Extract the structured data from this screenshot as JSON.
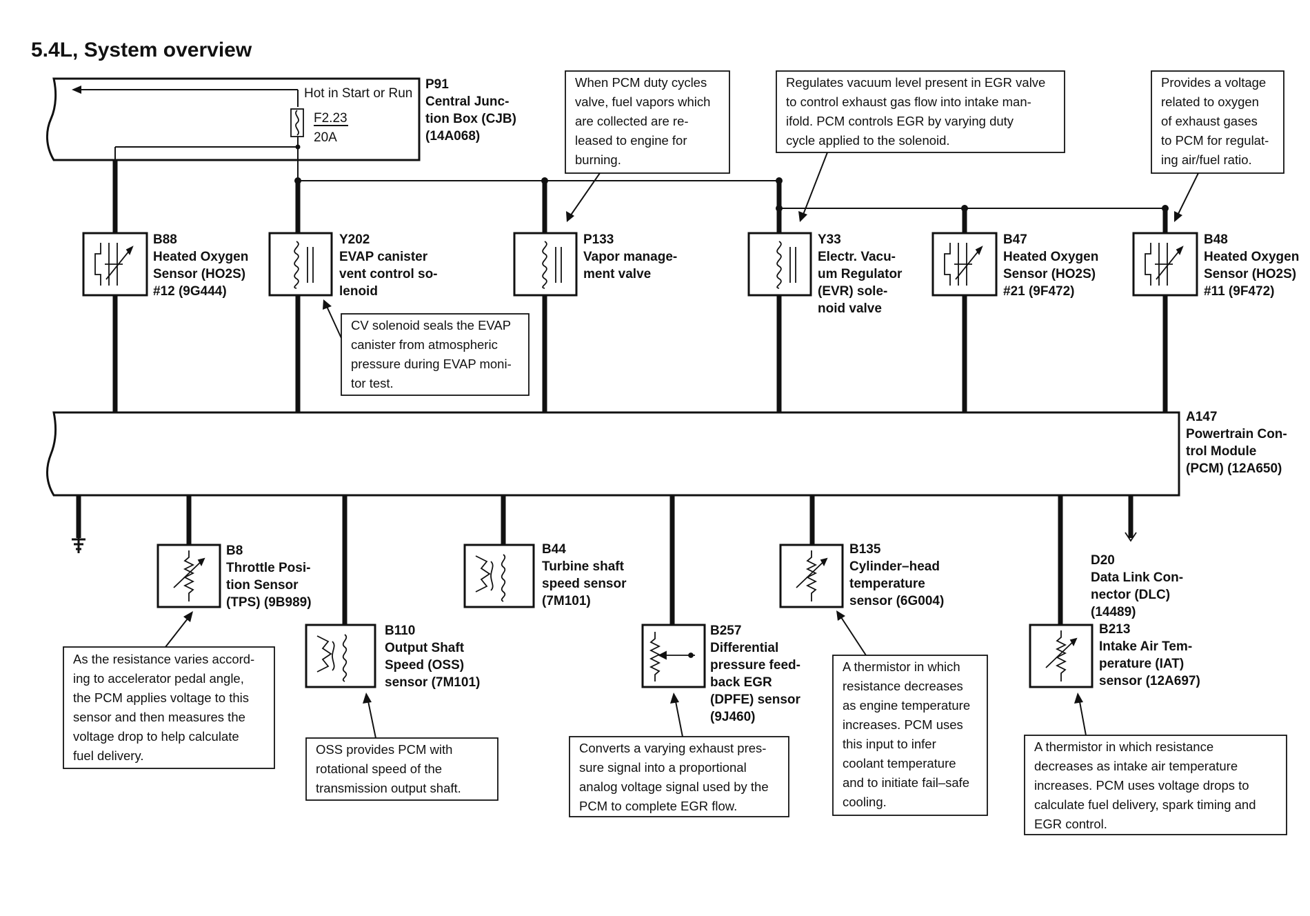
{
  "title": "5.4L, System overview",
  "cjb": {
    "id": "P91",
    "name_lines": [
      "Central Junc-",
      "tion Box (CJB)",
      "(14A068)"
    ],
    "hot_label": "Hot in Start or Run",
    "fuse_id": "F2.23",
    "fuse_amps": "20A"
  },
  "pcm": {
    "id": "A147",
    "name_lines": [
      "Powertrain Con-",
      "trol Module",
      "(PCM) (12A650)"
    ]
  },
  "top_components": [
    {
      "id": "B88",
      "lines": [
        "Heated Oxygen",
        "Sensor (HO2S)",
        "#12 (9G444)"
      ],
      "icon": "oxygen-sensor-icon"
    },
    {
      "id": "Y202",
      "lines": [
        "EVAP canister",
        "vent control so-",
        "lenoid"
      ],
      "icon": "solenoid-icon"
    },
    {
      "id": "P133",
      "lines": [
        "Vapor manage-",
        "ment valve"
      ],
      "icon": "solenoid-icon"
    },
    {
      "id": "Y33",
      "lines": [
        "Electr. Vacu-",
        "um Regulator",
        "(EVR) sole-",
        "noid valve"
      ],
      "icon": "solenoid-icon"
    },
    {
      "id": "B47",
      "lines": [
        "Heated Oxygen",
        "Sensor (HO2S)",
        "#21 (9F472)"
      ],
      "icon": "oxygen-sensor-icon"
    },
    {
      "id": "B48",
      "lines": [
        "Heated Oxygen",
        "Sensor (HO2S)",
        "#11 (9F472)"
      ],
      "icon": "oxygen-sensor-icon"
    }
  ],
  "bottom_components": [
    {
      "id": "B8",
      "lines": [
        "Throttle Posi-",
        "tion Sensor",
        "(TPS) (9B989)"
      ],
      "icon": "variable-resistor-icon"
    },
    {
      "id": "B110",
      "lines": [
        "Output Shaft",
        "Speed (OSS)",
        "sensor (7M101)"
      ],
      "icon": "speed-sensor-icon"
    },
    {
      "id": "B44",
      "lines": [
        "Turbine shaft",
        "speed sensor",
        "(7M101)"
      ],
      "icon": "speed-sensor-icon"
    },
    {
      "id": "B257",
      "lines": [
        "Differential",
        "pressure feed-",
        "back EGR",
        "(DPFE) sensor",
        "(9J460)"
      ],
      "icon": "potentiometer-icon"
    },
    {
      "id": "B135",
      "lines": [
        "Cylinder–head",
        "temperature",
        "sensor (6G004)"
      ],
      "icon": "thermistor-icon"
    },
    {
      "id": "D20",
      "lines": [
        "Data Link Con-",
        "nector (DLC)",
        "(14489)"
      ],
      "icon": "connector-icon"
    },
    {
      "id": "B213",
      "lines": [
        "Intake Air Tem-",
        "perature (IAT)",
        "sensor (12A697)"
      ],
      "icon": "thermistor-icon"
    }
  ],
  "notes": [
    {
      "name": "note-vmv",
      "lines": [
        "When PCM duty cycles",
        "valve, fuel vapors which",
        "are collected are re-",
        "leased to engine for",
        "burning."
      ]
    },
    {
      "name": "note-evr",
      "lines": [
        "Regulates vacuum level present in EGR valve",
        "to control exhaust gas flow into intake man-",
        "ifold. PCM controls EGR by varying duty",
        "cycle applied to the solenoid."
      ]
    },
    {
      "name": "note-ho2s",
      "lines": [
        "Provides a voltage",
        "related to oxygen",
        "of exhaust gases",
        "to PCM for regulat-",
        "ing air/fuel ratio."
      ]
    },
    {
      "name": "note-cv",
      "lines": [
        "CV solenoid seals the EVAP",
        "canister from atmospheric",
        "pressure during EVAP moni-",
        "tor test."
      ]
    },
    {
      "name": "note-tps",
      "lines": [
        "As the resistance varies accord-",
        "ing to accelerator pedal angle,",
        "the PCM applies voltage to this",
        "sensor and then measures the",
        "voltage drop to help calculate",
        "fuel delivery."
      ]
    },
    {
      "name": "note-oss",
      "lines": [
        "OSS provides PCM with",
        "rotational speed of the",
        "transmission output shaft."
      ]
    },
    {
      "name": "note-dpfe",
      "lines": [
        "Converts a varying exhaust pres-",
        "sure signal into a proportional",
        "analog voltage signal used by the",
        "PCM to complete EGR flow."
      ]
    },
    {
      "name": "note-cht",
      "lines": [
        "A thermistor in which",
        "resistance decreases",
        "as engine temperature",
        "increases.  PCM uses",
        "this input to infer",
        "coolant temperature",
        "and to initiate fail–safe",
        "cooling."
      ]
    },
    {
      "name": "note-iat",
      "lines": [
        "A thermistor in which resistance",
        "decreases as intake air temperature",
        "increases.  PCM uses voltage drops to",
        "calculate fuel delivery, spark timing and",
        "EGR control."
      ]
    }
  ]
}
